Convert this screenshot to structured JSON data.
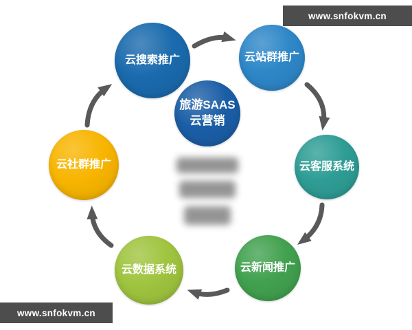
{
  "banners": {
    "top_right": {
      "text": "www.snfokvm.cn"
    },
    "bottom_left": {
      "text": "www.snfokvm.cn"
    }
  },
  "colors": {
    "background": "#ffffff",
    "banner": "#4d4d4d",
    "arrow": "#595959",
    "blur_text": "#7a7a7a"
  },
  "diagram": {
    "type": "circular-cycle",
    "flow": "clockwise",
    "center_node": {
      "line1": "旅游SAAS",
      "line2": "云营销",
      "color": "#1b5ea6"
    },
    "nodes": [
      {
        "label": "云搜索推广",
        "color": "#1a6aad"
      },
      {
        "label": "云站群推广",
        "color": "#2e87c8"
      },
      {
        "label": "云客服系统",
        "color": "#2e9d95"
      },
      {
        "label": "云新闻推广",
        "color": "#41a14f"
      },
      {
        "label": "云数据系统",
        "color": "#9fc43e"
      },
      {
        "label": "云社群推广",
        "color": "#f8b500"
      }
    ]
  }
}
